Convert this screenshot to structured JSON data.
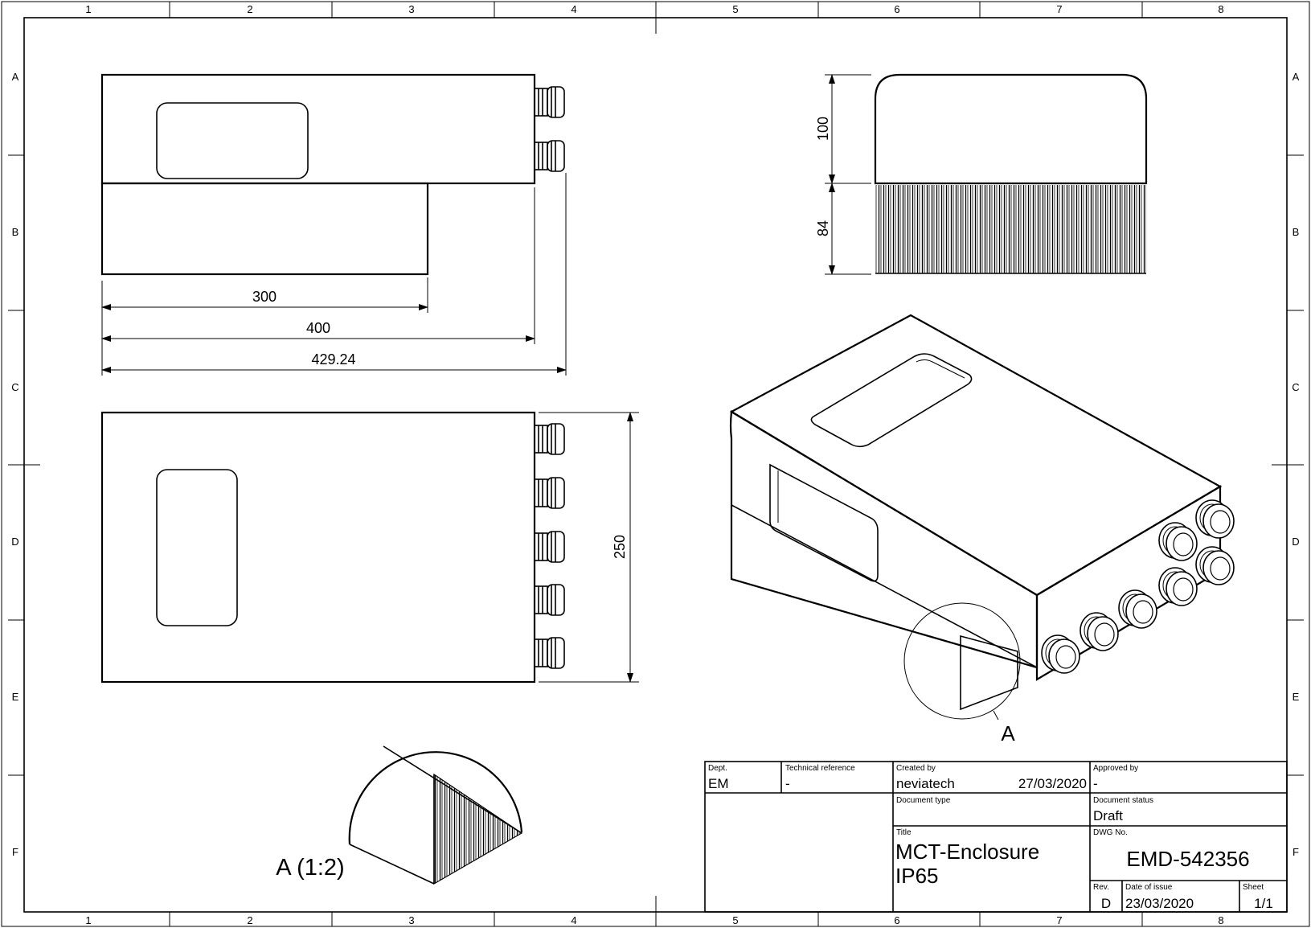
{
  "frame": {
    "columns": [
      "1",
      "2",
      "3",
      "4",
      "5",
      "6",
      "7",
      "8"
    ],
    "rows": [
      "A",
      "B",
      "C",
      "D",
      "E",
      "F"
    ]
  },
  "dimensions": {
    "d300": "300",
    "d400": "400",
    "d429": "429.24",
    "d250": "250",
    "d100": "100",
    "d84": "84"
  },
  "detail": {
    "marker": "A",
    "label": "A (1:2)"
  },
  "title_block": {
    "dept_label": "Dept.",
    "dept_value": "EM",
    "techref_label": "Technical reference",
    "techref_value": "-",
    "created_label": "Created by",
    "created_value": "neviatech",
    "created_date": "27/03/2020",
    "approved_label": "Approved by",
    "approved_value": "-",
    "doctype_label": "Document type",
    "docstatus_label": "Document status",
    "docstatus_value": "Draft",
    "title_label": "Title",
    "title_line1": "MCT-Enclosure",
    "title_line2": "IP65",
    "dwg_label": "DWG No.",
    "dwg_value": "EMD-542356",
    "rev_label": "Rev.",
    "rev_value": "D",
    "issue_label": "Date of issue",
    "issue_value": "23/03/2020",
    "sheet_label": "Sheet",
    "sheet_value": "1/1"
  }
}
